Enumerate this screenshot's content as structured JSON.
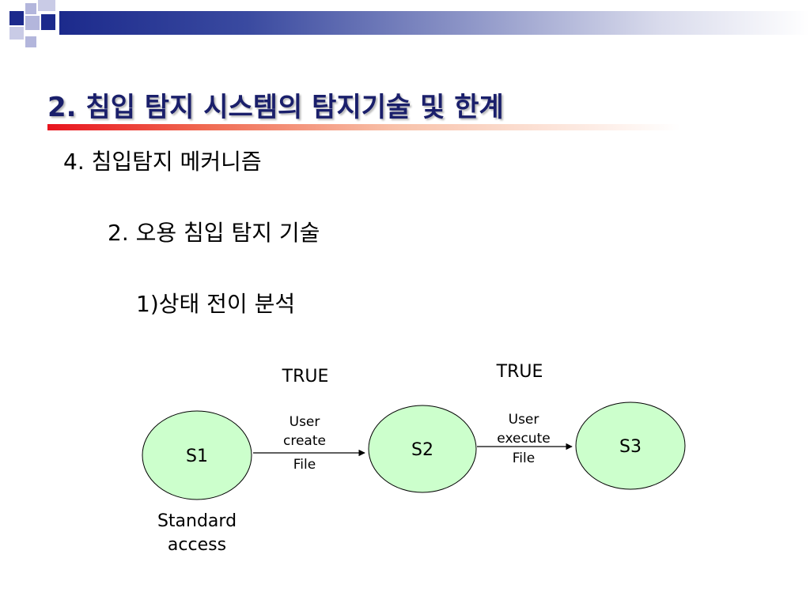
{
  "slide": {
    "title": "2. 침입 탐지 시스템의 탐지기술 및 한계",
    "heading": "4. 침입탐지 메커니즘",
    "subheading": "2. 오용 침입 탐지 기술",
    "subsubheading": "1)상태 전이 분석"
  },
  "diagram": {
    "states": [
      "S1",
      "S2",
      "S3"
    ],
    "state_fill": "#ccffcc",
    "transitions": [
      {
        "from": "S1",
        "to": "S2",
        "condition": "TRUE",
        "action_lines": [
          "User",
          "create",
          "File"
        ]
      },
      {
        "from": "S2",
        "to": "S3",
        "condition": "TRUE",
        "action_lines": [
          "User",
          "execute",
          "File"
        ]
      }
    ],
    "s1_caption_lines": [
      "Standard",
      "access"
    ]
  },
  "colors": {
    "title": "#1a1f6b",
    "band_dark": "#1c2a8c",
    "accent_red": "#e8141e",
    "deco_light": "#b3b6dc"
  }
}
